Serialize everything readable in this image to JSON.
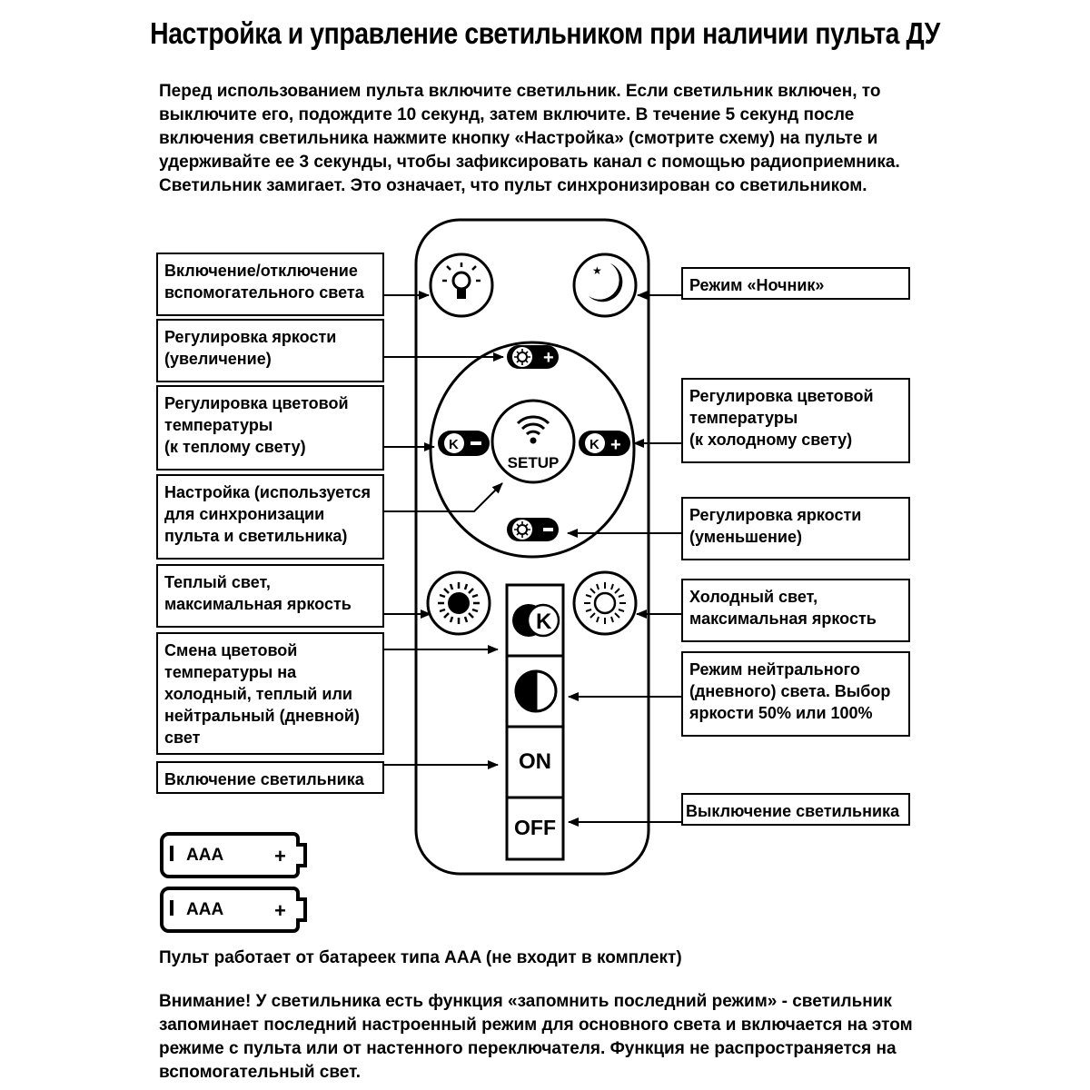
{
  "title": "Настройка и управление светильником при наличии пульта ДУ",
  "intro": "Перед использованием пульта включите светильник. Если светильник включен, то выключите его, подождите 10 секунд, затем включите. В течение 5 секунд после включения светильника нажмите кнопку «Настройка» (смотрите схему) на пульте и удерживайте ее 3 секунды, чтобы зафиксировать канал с помощью радиоприемника. Светильник замигает. Это означает, что пульт синхронизирован со светильником.",
  "labels": {
    "aux_light": "Включение/отключение\nвспомогательного света",
    "brightness_up": "Регулировка яркости\n(увеличение)",
    "temp_warm": "Регулировка цветовой\nтемпературы\n(к теплому свету)",
    "setup": "Настройка (используется\nдля синхронизации\nпульта и светильника)",
    "warm_max": "Теплый свет,\nмаксимальная яркость",
    "temp_cycle": "Смена цветовой\nтемпературы на\nхолодный, теплый или\nнейтральный (дневной)\nсвет",
    "power_on": "Включение светильника",
    "night_mode": "Режим «Ночник»",
    "temp_cold": "Регулировка цветовой\nтемпературы\n(к холодному свету)",
    "brightness_down": "Регулировка яркости\n(уменьшение)",
    "cold_max": "Холодный свет,\nмаксимальная яркость",
    "neutral": "Режим нейтрального\n(дневного) света. Выбор\nяркости 50% или 100%",
    "power_off": "Выключение светильника"
  },
  "remote": {
    "setup_label": "SETUP",
    "on_label": "ON",
    "off_label": "OFF",
    "k_glyph": "K",
    "plus": "+",
    "minus": "−"
  },
  "battery": {
    "type": "AAA",
    "plus": "+"
  },
  "battery_note": "Пульт работает от батареек типа AAA (не входит в комплект)",
  "warning": "Внимание! У светильника есть функция «запомнить последний режим» - светильник запоминает последний настроенный режим для основного света и включается на этом режиме с пульта или от настенного переключателя. Функция не распространяется на вспомогательный свет."
}
